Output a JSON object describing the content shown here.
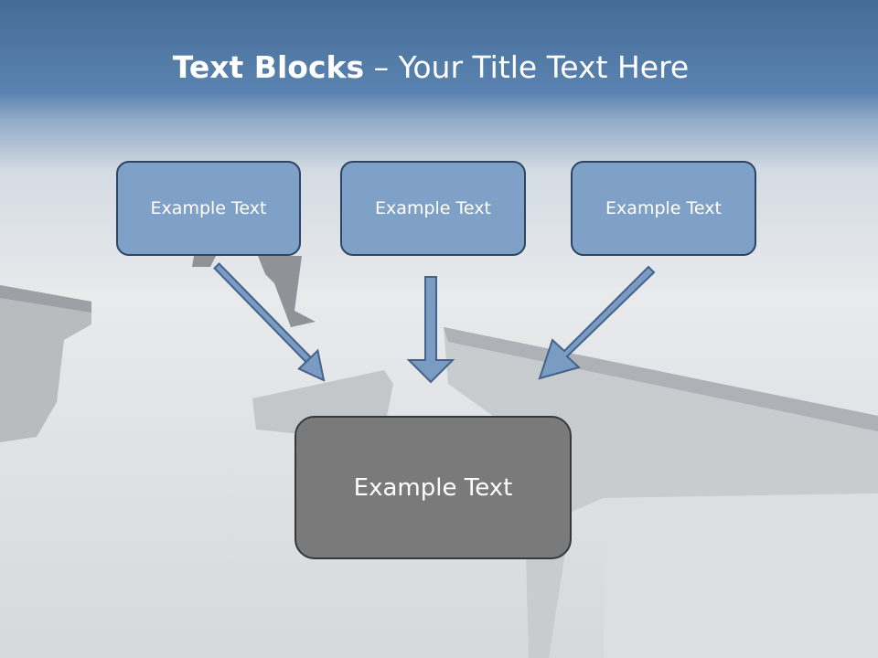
{
  "title": {
    "bold": "Text Blocks",
    "dash": " – ",
    "rest": "Your Title Text Here"
  },
  "boxes": {
    "left": "Example Text",
    "middle": "Example Text",
    "right": "Example Text",
    "bottom": "Example Text"
  },
  "colors": {
    "header_blue": "#5a83b1",
    "box_fill": "#7fa1c8",
    "box_border": "#2d4562",
    "bottom_box_fill": "#7a7a7a",
    "arrow_fill": "#7a9cc3"
  }
}
